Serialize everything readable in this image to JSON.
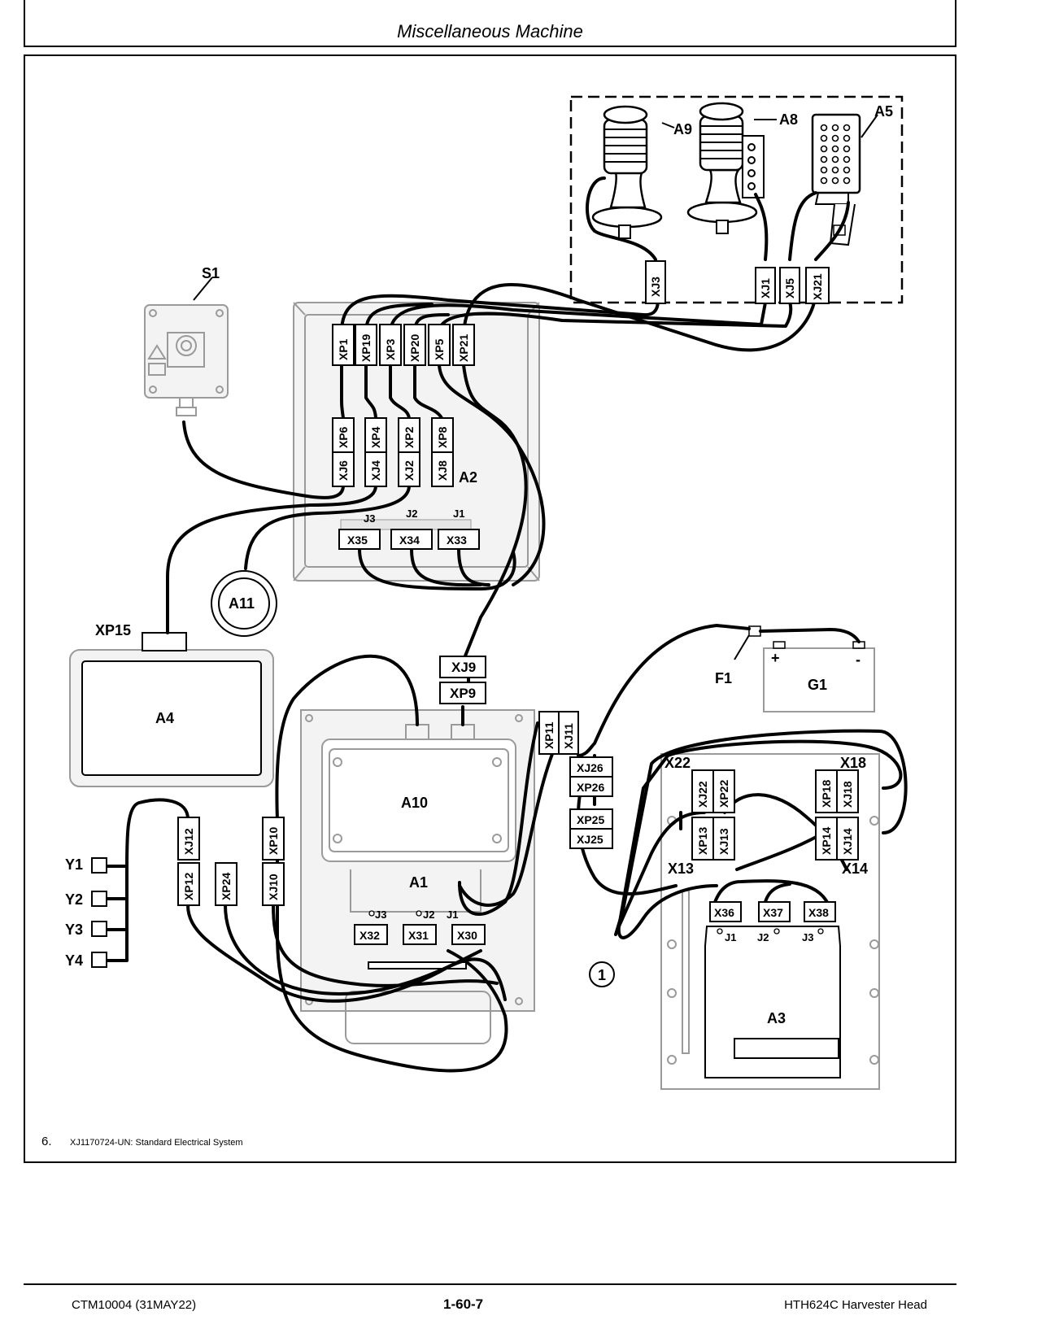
{
  "header": {
    "title": "Miscellaneous Machine"
  },
  "figure": {
    "number": "6.",
    "caption": "XJ1170724-UN: Standard Electrical System"
  },
  "footer": {
    "doc_id": "CTM10004 (31MAY22)",
    "page": "1-60-7",
    "product": "HTH624C Harvester Head"
  },
  "components": {
    "a9": "A9",
    "a8": "A8",
    "a5": "A5",
    "s1": "S1",
    "a2": "A2",
    "a11": "A11",
    "xp15": "XP15",
    "a4": "A4",
    "a10": "A10",
    "a1": "A1",
    "f1": "F1",
    "g1": "G1",
    "a3": "A3",
    "x22": "X22",
    "x18": "X18",
    "x13": "X13",
    "x14": "X14",
    "y1": "Y1",
    "y2": "Y2",
    "y3": "Y3",
    "y4": "Y4",
    "callout1": "1",
    "g1_plus": "+",
    "g1_minus": "-"
  },
  "connectors": {
    "xj3": "XJ3",
    "xj1": "XJ1",
    "xj5": "XJ5",
    "xj21": "XJ21",
    "xp1": "XP1",
    "xp19": "XP19",
    "xp3": "XP3",
    "xp20": "XP20",
    "xp5": "XP5",
    "xp21": "XP21",
    "xp6": "XP6",
    "xp4": "XP4",
    "xp2": "XP2",
    "xp8": "XP8",
    "xj6": "XJ6",
    "xj4": "XJ4",
    "xj2": "XJ2",
    "xj8": "XJ8",
    "a2_j3": "J3",
    "a2_j2": "J2",
    "a2_j1": "J1",
    "x35": "X35",
    "x34": "X34",
    "x33": "X33",
    "xj9": "XJ9",
    "xp9": "XP9",
    "xp11": "XP11",
    "xj11": "XJ11",
    "xj26": "XJ26",
    "xp26": "XP26",
    "xp25": "XP25",
    "xj25": "XJ25",
    "xj12": "XJ12",
    "xp12": "XP12",
    "xp24": "XP24",
    "xp10": "XP10",
    "xj10": "XJ10",
    "a1_j3": "J3",
    "a1_j2": "J2",
    "a1_j1": "J1",
    "x32": "X32",
    "x31": "X31",
    "x30": "X30",
    "xj22": "XJ22",
    "xp22": "XP22",
    "xp13": "XP13",
    "xj13": "XJ13",
    "xp18": "XP18",
    "xj18": "XJ18",
    "xp14": "XP14",
    "xj14": "XJ14",
    "x36": "X36",
    "x37": "X37",
    "x38": "X38",
    "a3_j1": "J1",
    "a3_j2": "J2",
    "a3_j3": "J3"
  }
}
